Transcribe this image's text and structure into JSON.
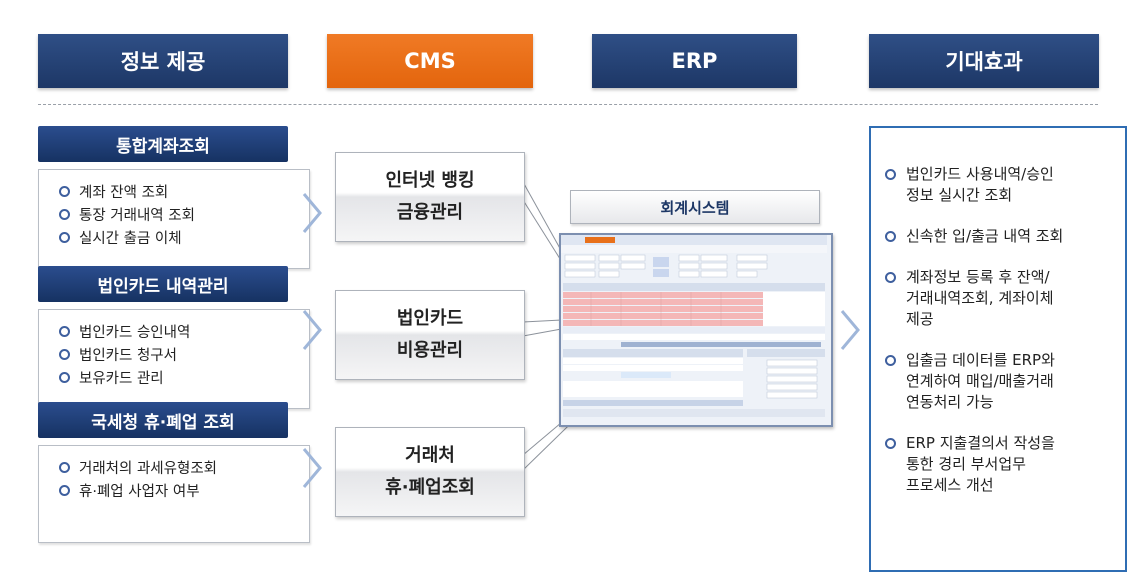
{
  "headers": [
    "정보 제공",
    "CMS",
    "ERP",
    "기대효과"
  ],
  "categories": [
    {
      "title": "통합계좌조회",
      "items": [
        "계좌 잔액 조회",
        "통장 거래내역 조회",
        "실시간 출금 이체"
      ]
    },
    {
      "title": "법인카드 내역관리",
      "items": [
        "법인카드 승인내역",
        "법인카드 청구서",
        "보유카드 관리"
      ]
    },
    {
      "title": "국세청 휴·폐업 조회",
      "items": [
        "거래처의 과세유형조회",
        "휴·폐업 사업자 여부"
      ]
    }
  ],
  "cms_boxes": [
    {
      "line1": "인터넷 뱅킹",
      "line2": "금융관리"
    },
    {
      "line1": "법인카드",
      "line2": "비용관리"
    },
    {
      "line1": "거래처",
      "line2": "휴·폐업조회"
    }
  ],
  "erp": {
    "title": "회계시스템"
  },
  "effects": [
    {
      "line1": "법인카드 사용내역/승인",
      "line2": "정보 실시간 조회",
      "line3": ""
    },
    {
      "line1": "신속한 입/출금 내역 조회",
      "line2": "",
      "line3": ""
    },
    {
      "line1": "계좌정보 등록 후 잔액/",
      "line2": "거래내역조회, 계좌이체",
      "line3": "제공"
    },
    {
      "line1": "입출금 데이터를 ERP와",
      "line2": "연계하여 매입/매출거래",
      "line3": "연동처리 가능"
    },
    {
      "line1": "ERP 지출결의서 작성을",
      "line2": "통한 경리 부서업무",
      "line3": "프로세스 개선"
    }
  ],
  "colors": {
    "navy": "#1d3766",
    "orange": "#e8701a",
    "accent_blue": "#2f6db3"
  }
}
